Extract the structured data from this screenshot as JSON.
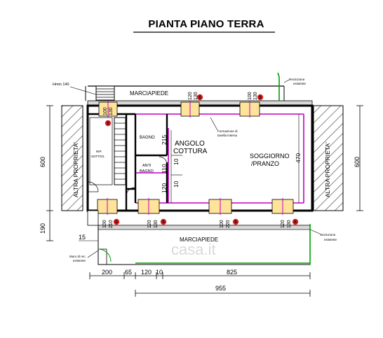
{
  "title": "PIANTA PIANO TERRA",
  "labels": {
    "marciapiede_top": "MARCIAPIEDE",
    "marciapiede_bottom": "MARCIAPIEDE",
    "altra_left": "ALTRA PROPRIETA'",
    "altra_right": "ALTRA PROPRIETA'",
    "hmin": "Hmin 140",
    "rip": "RIP.",
    "sottos": "SOTTOS.",
    "bagno": "BAGNO",
    "anti": "ANTI",
    "bagno2": "BAGNO",
    "angolo": "ANGOLO",
    "cottura": "COTTURA",
    "soggiorno": "SOGGIORNO",
    "pranzo": "/PRANZO",
    "formazione_1": "Formazione di",
    "formazione_2": "tavella interna",
    "recinzione_top_1": "Recinzione",
    "recinzione_top_2": "esistente",
    "recinzione_bot_1": "Recinzione",
    "recinzione_bot_2": "esistente",
    "muro_1": "Muro di rec.",
    "muro_2": "esistente",
    "watermark": "casa.it"
  },
  "dims": {
    "h600_left": "600",
    "h600_right": "600",
    "h190": "190",
    "d15": "15",
    "d200": "200",
    "d65": "65",
    "d120": "120",
    "d10": "10",
    "d825": "825",
    "d955": "955",
    "d215": "215",
    "d110": "110",
    "d10a": "10",
    "d120b": "120",
    "d10b": "10",
    "d470": "470",
    "win_top_1a": "100",
    "win_top_1b": "130",
    "win_top_2a": "120",
    "win_top_2b": "130",
    "win_top_3a": "100",
    "win_top_3b": "130",
    "win_bot_1a": "100",
    "win_bot_1b": "210",
    "win_bot_2a": "120",
    "win_bot_2b": "130",
    "win_bot_3a": "100",
    "win_bot_3b": "220",
    "win_bot_4a": "120",
    "win_bot_4b": "130",
    "s": "S"
  },
  "colors": {
    "wall": "#000000",
    "magenta": "#c000c0",
    "green": "#00a000",
    "window": "#ffe39a",
    "badge": "#e02020",
    "hatch": "#444444",
    "gray": "#cfcfcf"
  }
}
